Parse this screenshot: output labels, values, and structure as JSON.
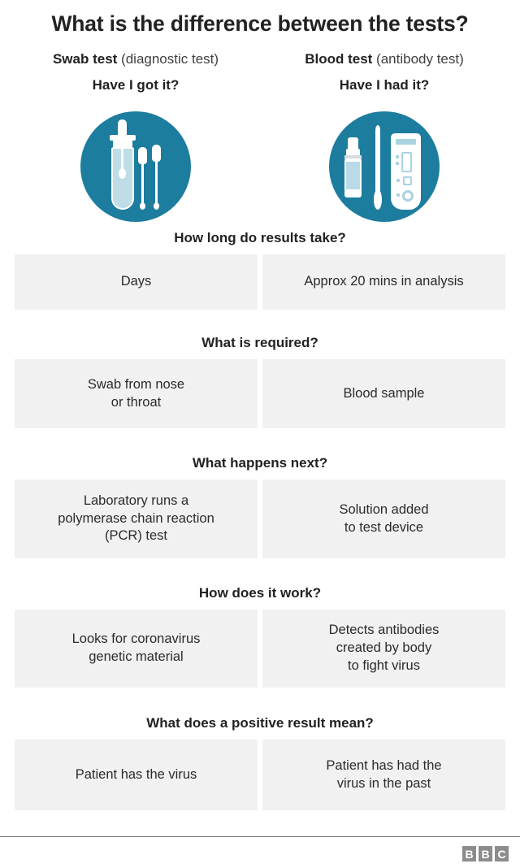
{
  "title": "What is the difference between the tests?",
  "columns": [
    {
      "name_bold": "Swab test",
      "name_paren": "(diagnostic test)",
      "question": "Have I got it?",
      "icon": "test-tube-swab-icon"
    },
    {
      "name_bold": "Blood test",
      "name_paren": "(antibody test)",
      "question": "Have I had it?",
      "icon": "blood-test-kit-icon"
    }
  ],
  "sections": [
    {
      "title": "How long do results take?",
      "swab": "Days",
      "blood": "Approx 20 mins in analysis"
    },
    {
      "title": "What is required?",
      "swab": "Swab from nose\nor throat",
      "blood": "Blood sample"
    },
    {
      "title": "What happens next?",
      "swab": "Laboratory runs a\npolymerase chain reaction\n(PCR) test",
      "blood": "Solution added\nto test device"
    },
    {
      "title": "How does it work?",
      "swab": "Looks for coronavirus\ngenetic material",
      "blood": "Detects antibodies\ncreated by body\nto fight virus"
    },
    {
      "title": "What does a positive result mean?",
      "swab": "Patient has the virus",
      "blood": "Patient has had the\nvirus in the past"
    }
  ],
  "footer": {
    "logo_letters": [
      "B",
      "B",
      "C"
    ]
  },
  "colors": {
    "accent_teal": "#1d7d9e",
    "icon_light_blue": "#b9dae6",
    "card_background": "#f1f1f1",
    "text": "#222222",
    "logo_grey": "#8c8c8c"
  }
}
